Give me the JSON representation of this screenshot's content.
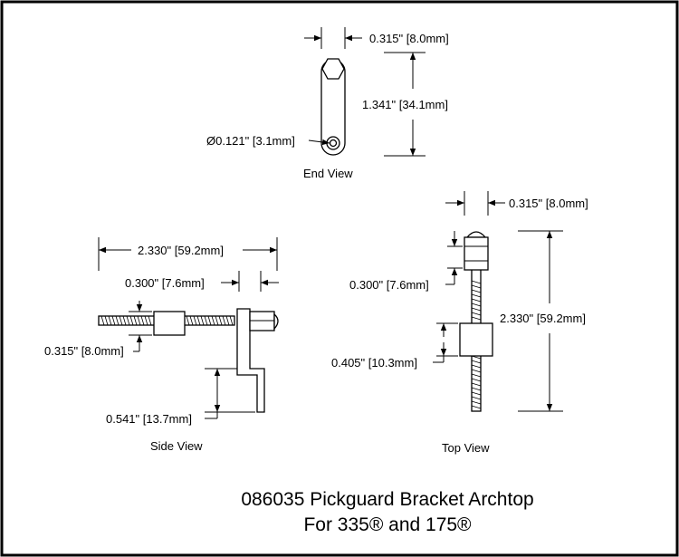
{
  "end_view": {
    "caption": "End View",
    "dim_width": "0.315\" [8.0mm]",
    "dim_length": "1.341\" [34.1mm]",
    "dim_hole": "Ø0.121\" [3.1mm]"
  },
  "side_view": {
    "caption": "Side View",
    "dim_overall": "2.330\" [59.2mm]",
    "dim_nut_offset": "0.300\" [7.6mm]",
    "dim_nut_size": "0.315\" [8.0mm]",
    "dim_foot": "0.541\" [13.7mm]"
  },
  "top_view": {
    "caption": "Top View",
    "dim_width": "0.315\" [8.0mm]",
    "dim_nut": "0.300\" [7.6mm]",
    "dim_overall": "2.330\" [59.2mm]",
    "dim_block": "0.405\" [10.3mm]"
  },
  "title": {
    "line1": "086035 Pickguard Bracket Archtop",
    "line2": "For 335® and 175®"
  }
}
